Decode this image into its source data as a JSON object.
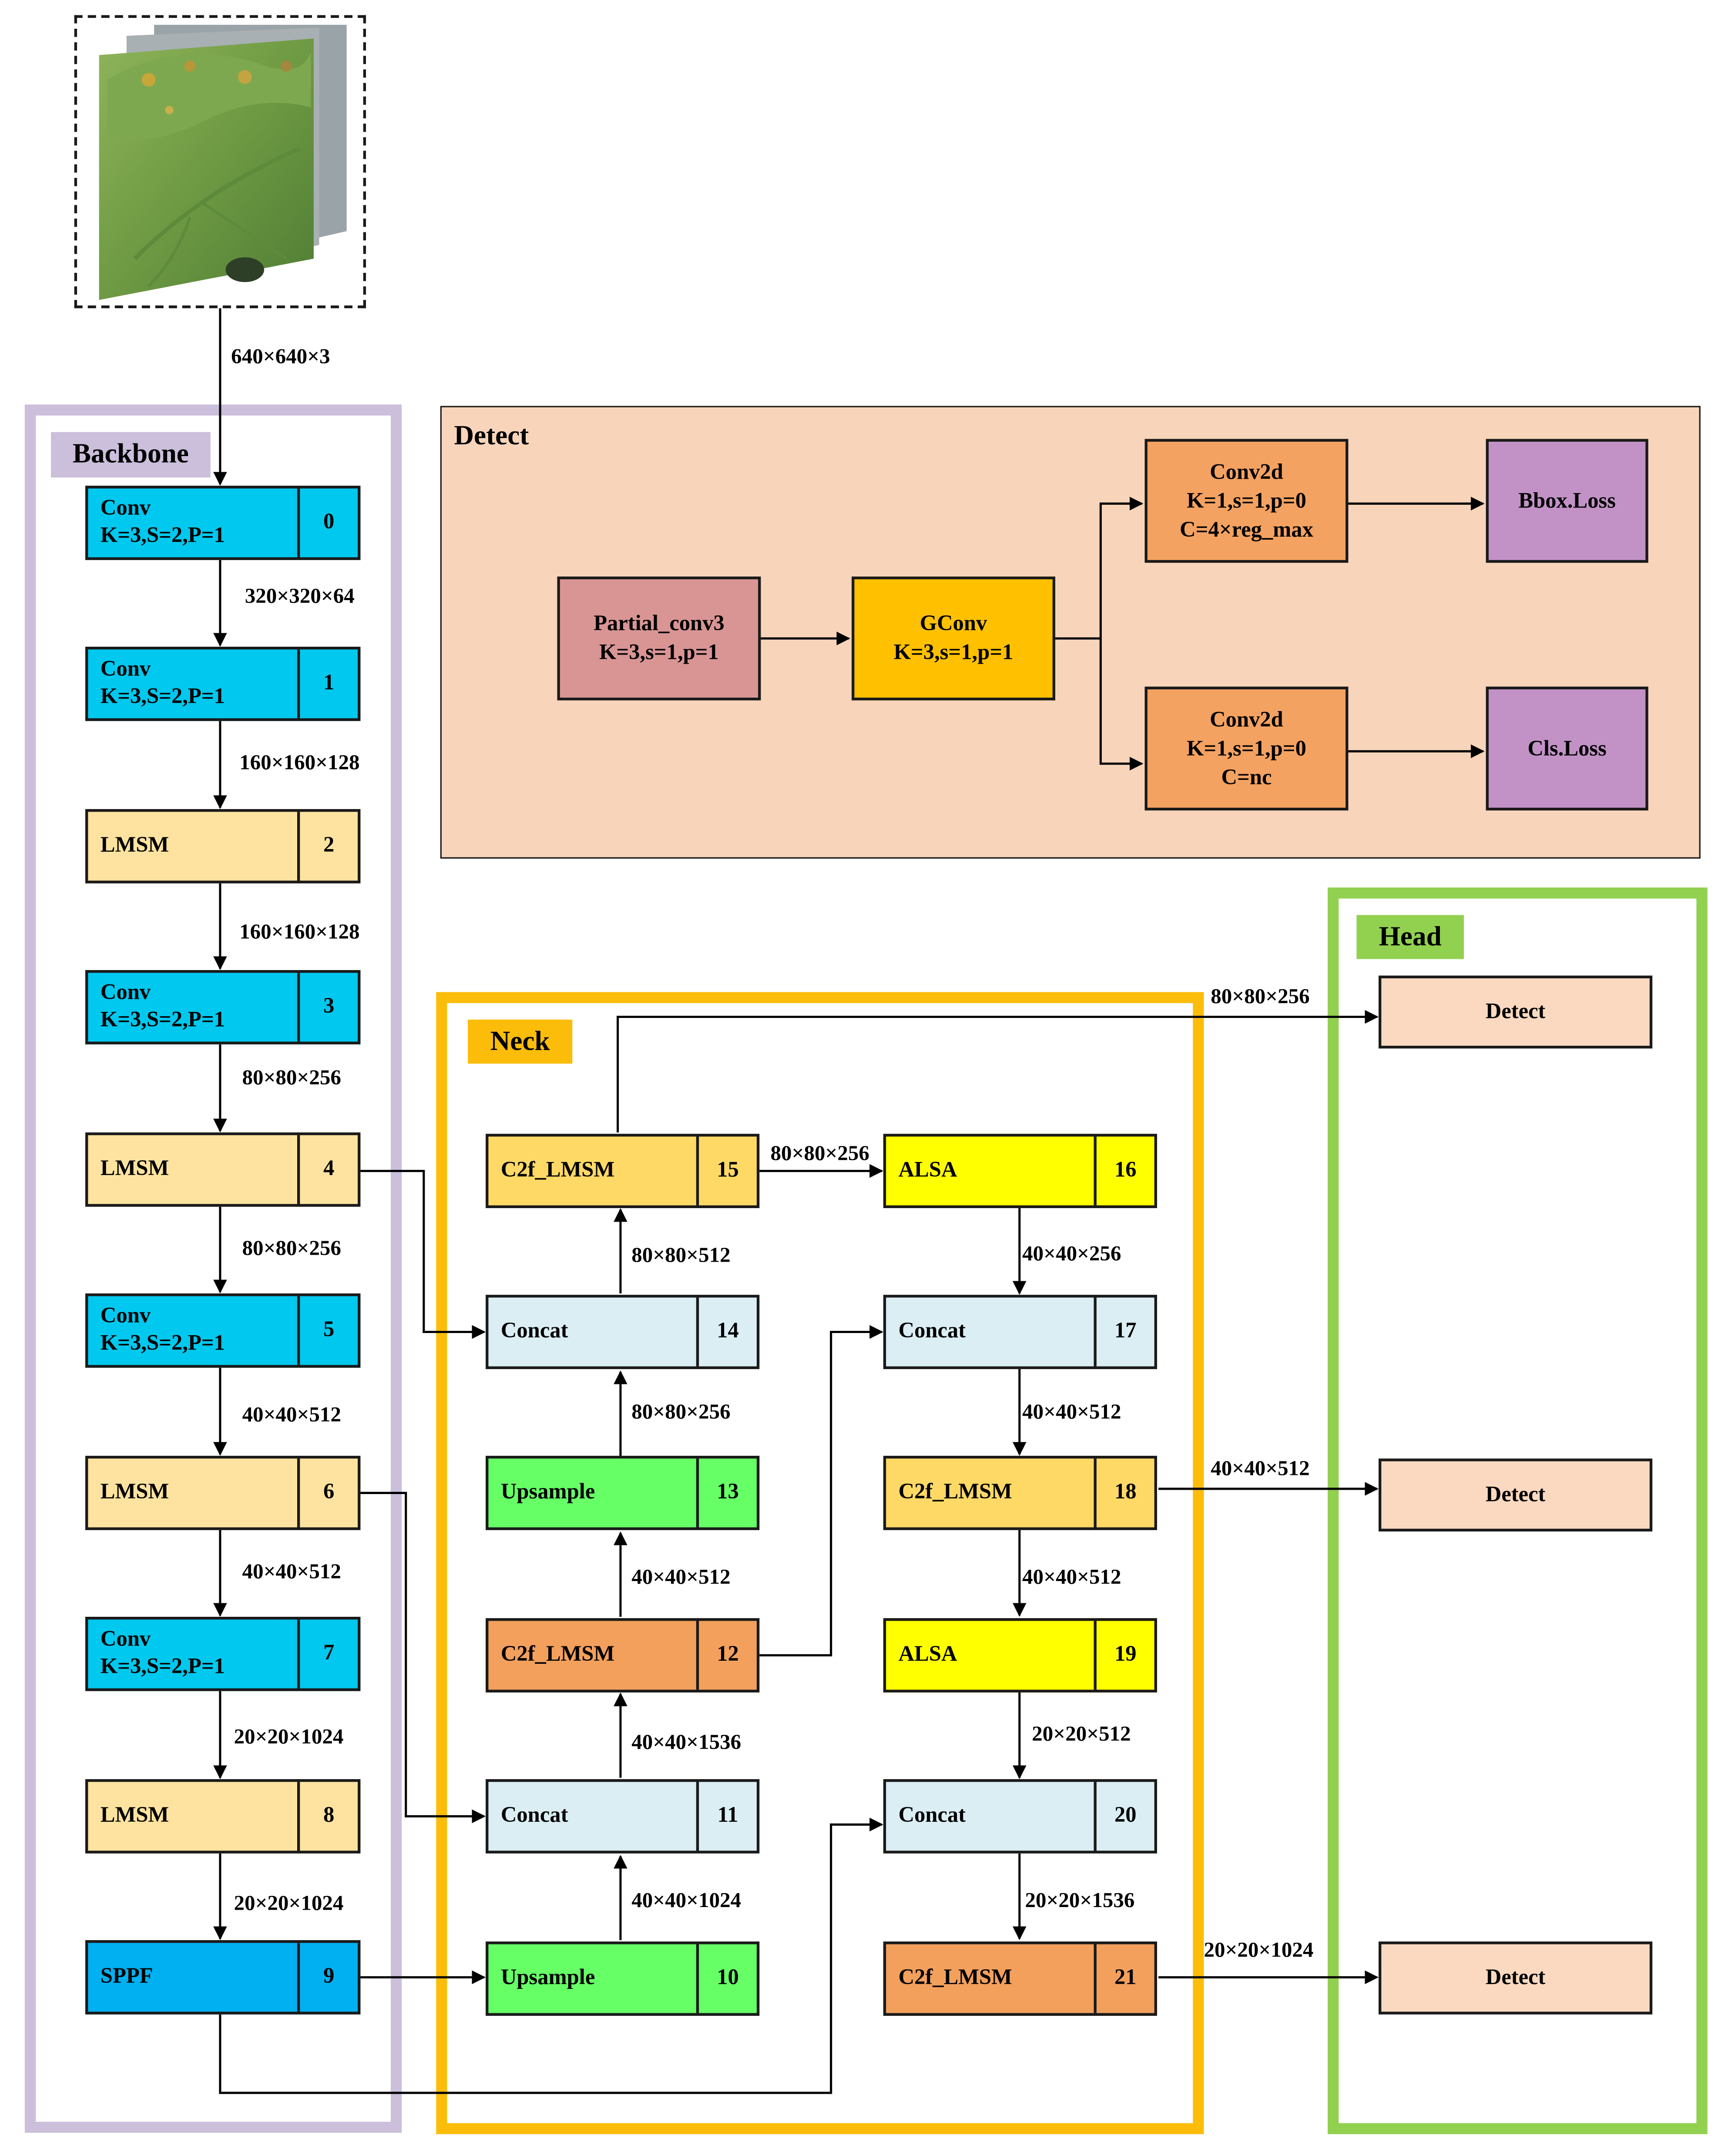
{
  "input": {
    "dims": "640×640×3",
    "image": "leaf-image"
  },
  "colors": {
    "backbone_frame": "#cbbfdc",
    "neck_frame": "#fcbd0a",
    "head_frame": "#92d050",
    "detect_panel": "#f8d5ba",
    "conv": "#00c8ee",
    "lmsm": "#fde39f",
    "sppf": "#00b0f0",
    "concat": "#daeef3",
    "upsample": "#66ff66",
    "c2f_orange": "#f3a05d",
    "c2f_yellow": "#ffd966",
    "alsa": "#ffff00",
    "head_detect": "#fbd9c0",
    "partial_conv": "#d99594",
    "gconv": "#ffc000",
    "conv2d": "#f4a261",
    "loss": "#c292c7"
  },
  "backbone": {
    "title": "Backbone",
    "blocks": [
      {
        "name": "Conv",
        "sub": "K=3,S=2,P=1",
        "index": "0"
      },
      {
        "name": "Conv",
        "sub": "K=3,S=2,P=1",
        "index": "1"
      },
      {
        "name": "LMSM",
        "sub": "",
        "index": "2"
      },
      {
        "name": "Conv",
        "sub": "K=3,S=2,P=1",
        "index": "3"
      },
      {
        "name": "LMSM",
        "sub": "",
        "index": "4"
      },
      {
        "name": "Conv",
        "sub": "K=3,S=2,P=1",
        "index": "5"
      },
      {
        "name": "LMSM",
        "sub": "",
        "index": "6"
      },
      {
        "name": "Conv",
        "sub": "K=3,S=2,P=1",
        "index": "7"
      },
      {
        "name": "LMSM",
        "sub": "",
        "index": "8"
      },
      {
        "name": "SPPF",
        "sub": "",
        "index": "9"
      }
    ],
    "dims": [
      "320×320×64",
      "160×160×128",
      "160×160×128",
      "80×80×256",
      "80×80×256",
      "40×40×512",
      "40×40×512",
      "20×20×1024",
      "20×20×1024"
    ]
  },
  "neck": {
    "title": "Neck",
    "left_column": [
      {
        "name": "C2f_LMSM",
        "index": "15"
      },
      {
        "name": "Concat",
        "index": "14"
      },
      {
        "name": "Upsample",
        "index": "13"
      },
      {
        "name": "C2f_LMSM",
        "index": "12"
      },
      {
        "name": "Concat",
        "index": "11"
      },
      {
        "name": "Upsample",
        "index": "10"
      }
    ],
    "left_dims": [
      "80×80×512",
      "80×80×256",
      "40×40×512",
      "40×40×1536",
      "40×40×1024"
    ],
    "right_column": [
      {
        "name": "ALSA",
        "index": "16"
      },
      {
        "name": "Concat",
        "index": "17"
      },
      {
        "name": "C2f_LMSM",
        "index": "18"
      },
      {
        "name": "ALSA",
        "index": "19"
      },
      {
        "name": "Concat",
        "index": "20"
      },
      {
        "name": "C2f_LMSM",
        "index": "21"
      }
    ],
    "right_dims": [
      "40×40×256",
      "40×40×512",
      "40×40×512",
      "20×20×512",
      "20×20×1536"
    ],
    "link_15_16": "80×80×256"
  },
  "head": {
    "title": "Head",
    "detects": [
      {
        "label": "Detect",
        "dims": "80×80×256"
      },
      {
        "label": "Detect",
        "dims": "40×40×512"
      },
      {
        "label": "Detect",
        "dims": "20×20×1024"
      }
    ]
  },
  "detect_panel": {
    "title": "Detect",
    "partial_conv": {
      "name": "Partial_conv3",
      "params": "K=3,s=1,p=1"
    },
    "gconv": {
      "name": "GConv",
      "params": "K=3,s=1,p=1"
    },
    "conv2d_top": {
      "name": "Conv2d",
      "params": "K=1,s=1,p=0",
      "channels": "C=4×reg_max"
    },
    "conv2d_bottom": {
      "name": "Conv2d",
      "params": "K=1,s=1,p=0",
      "channels": "C=nc"
    },
    "bbox_loss": "Bbox.Loss",
    "cls_loss": "Cls.Loss"
  }
}
